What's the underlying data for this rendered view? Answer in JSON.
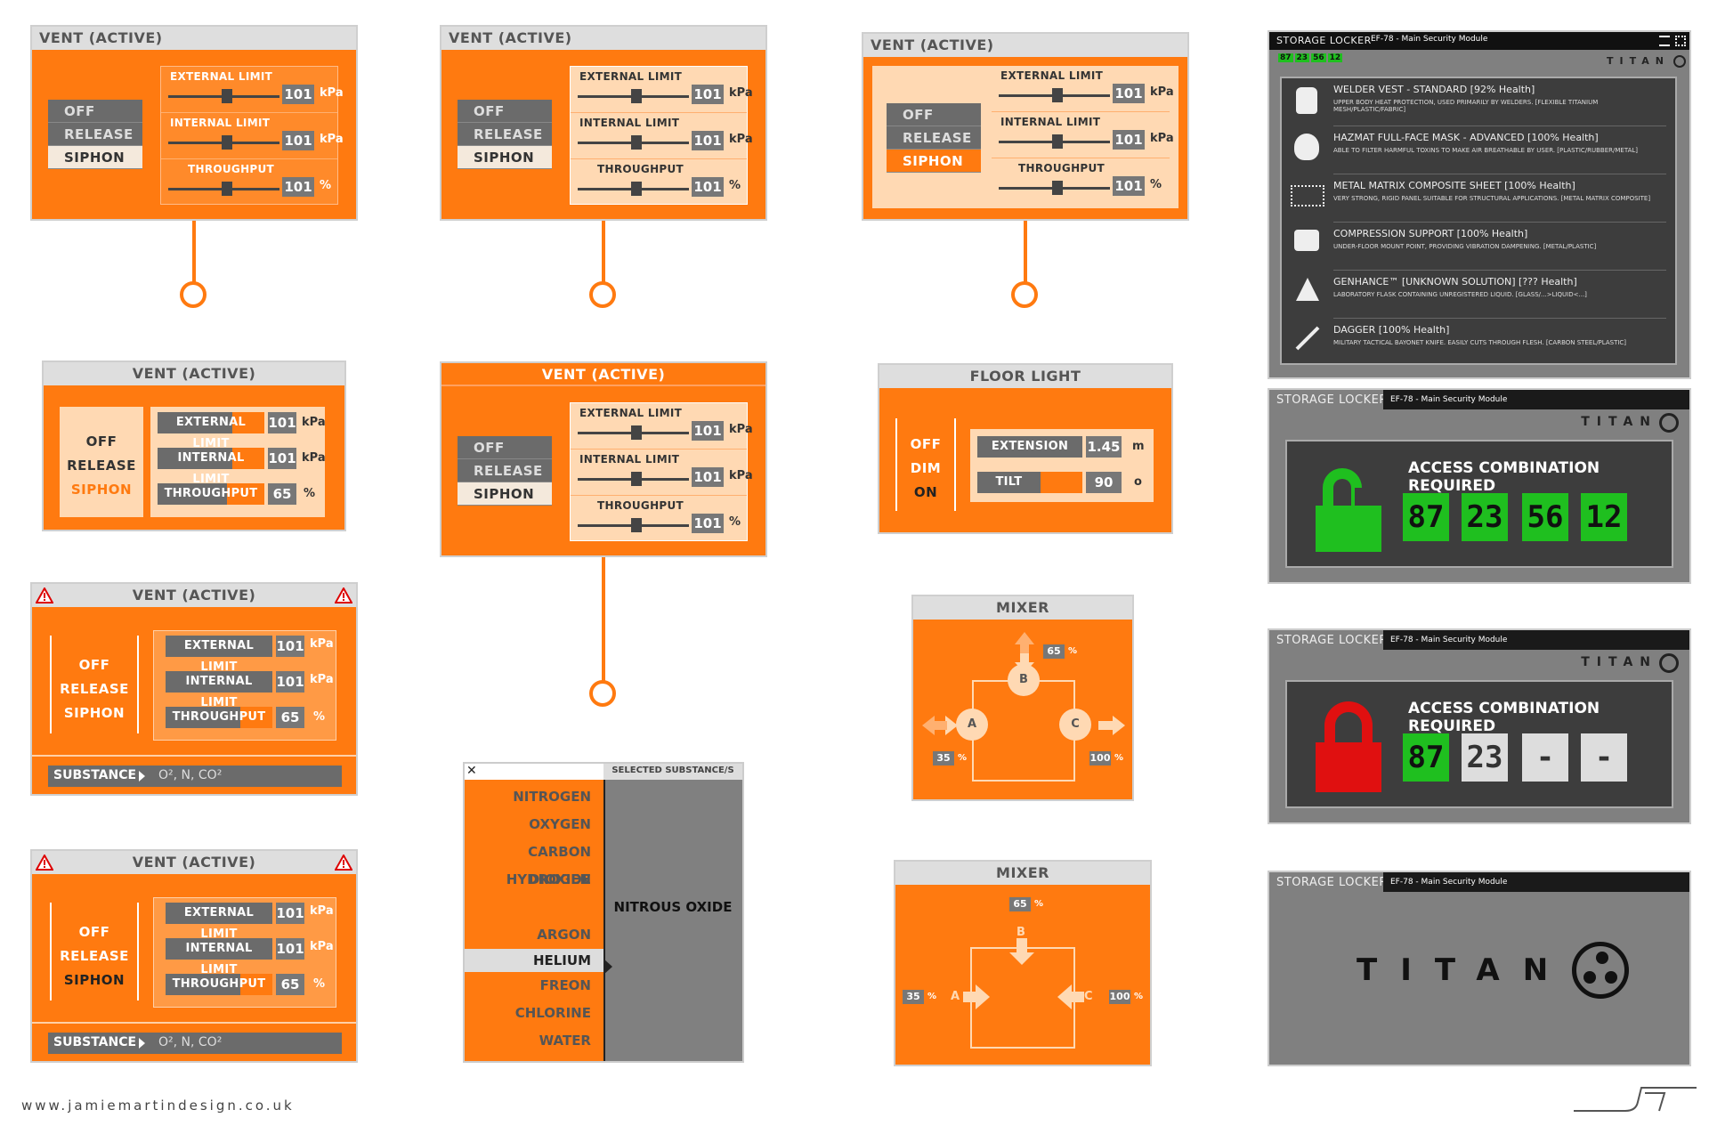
{
  "vent_title": "VENT (ACTIVE)",
  "modes": [
    "OFF",
    "RELEASE",
    "SIPHON"
  ],
  "controls": {
    "external": "EXTERNAL LIMIT",
    "internal": "INTERNAL LIMIT",
    "throughput": "THROUGHPUT",
    "value": "101",
    "value_throughput_compact": "65",
    "unit_kpa": "kPa",
    "unit_pct": "%"
  },
  "substance": {
    "label": "SUBSTANCE",
    "value": "O², N, CO²"
  },
  "floor_light": {
    "title": "FLOOR LIGHT",
    "modes": [
      "OFF",
      "DIM",
      "ON"
    ],
    "extension_label": "EXTENSION",
    "extension_value": "1.45",
    "extension_unit": "m",
    "tilt_label": "TILT",
    "tilt_value": "90",
    "tilt_unit": "o"
  },
  "mixer": {
    "title": "MIXER",
    "b_value": "65",
    "a_value": "35",
    "c_value": "100",
    "pct": "%",
    "a": "A",
    "b": "B",
    "c": "C"
  },
  "substances": {
    "header": "SELECTED SUBSTANCE/S",
    "list": [
      "NITROGEN",
      "OXYGEN",
      "CARBON DIOXIDE",
      "HYDROGEN",
      "ARGON",
      "HELIUM",
      "FREON",
      "CHLORINE",
      "WATER"
    ],
    "selected": "NITROUS OXIDE",
    "close": "✕"
  },
  "storage": {
    "title": "STORAGE LOCKER",
    "module": "EF-78 - Main Security Module",
    "brand": "TITAN",
    "access_title": "ACCESS COMBINATION REQUIRED",
    "combo_full": [
      "87",
      "23",
      "56",
      "12"
    ],
    "combo_partial": [
      "87",
      "23",
      "-",
      "-"
    ],
    "items": [
      {
        "name": "WELDER VEST - STANDARD [92% Health]",
        "desc": "UPPER BODY HEAT PROTECTION, USED PRIMARILY BY WELDERS. [FLEXIBLE TITANIUM MESH/PLASTIC/FABRIC]"
      },
      {
        "name": "HAZMAT FULL-FACE MASK - ADVANCED [100% Health]",
        "desc": "ABLE TO FILTER HARMFUL TOXINS TO MAKE AIR BREATHABLE BY USER. [PLASTIC/RUBBER/METAL]"
      },
      {
        "name": "METAL MATRIX COMPOSITE SHEET [100% Health]",
        "desc": "VERY STRONG, RIGID PANEL SUITABLE FOR STRUCTURAL APPLICATIONS. [METAL MATRIX COMPOSITE]"
      },
      {
        "name": "COMPRESSION SUPPORT [100% Health]",
        "desc": "UNDER-FLOOR MOUNT POINT, PROVIDING VIBRATION DAMPENING. [METAL/PLASTIC]"
      },
      {
        "name": "GENHANCE™ [UNKNOWN SOLUTION] [??? Health]",
        "desc": "LABORATORY FLASK CONTAINING UNREGISTERED LIQUID. [GLASS/...>LIQUID<...]"
      },
      {
        "name": "DAGGER [100% Health]",
        "desc": "MILITARY TACTICAL BAYONET KNIFE. EASILY CUTS THROUGH FLESH. [CARBON STEEL/PLASTIC]"
      }
    ]
  },
  "footer": {
    "site": "www.jamiemartindesign.co.uk"
  },
  "colors": {
    "orange": "#ff7a10",
    "green": "#1fbf1f",
    "red": "#e01010"
  }
}
